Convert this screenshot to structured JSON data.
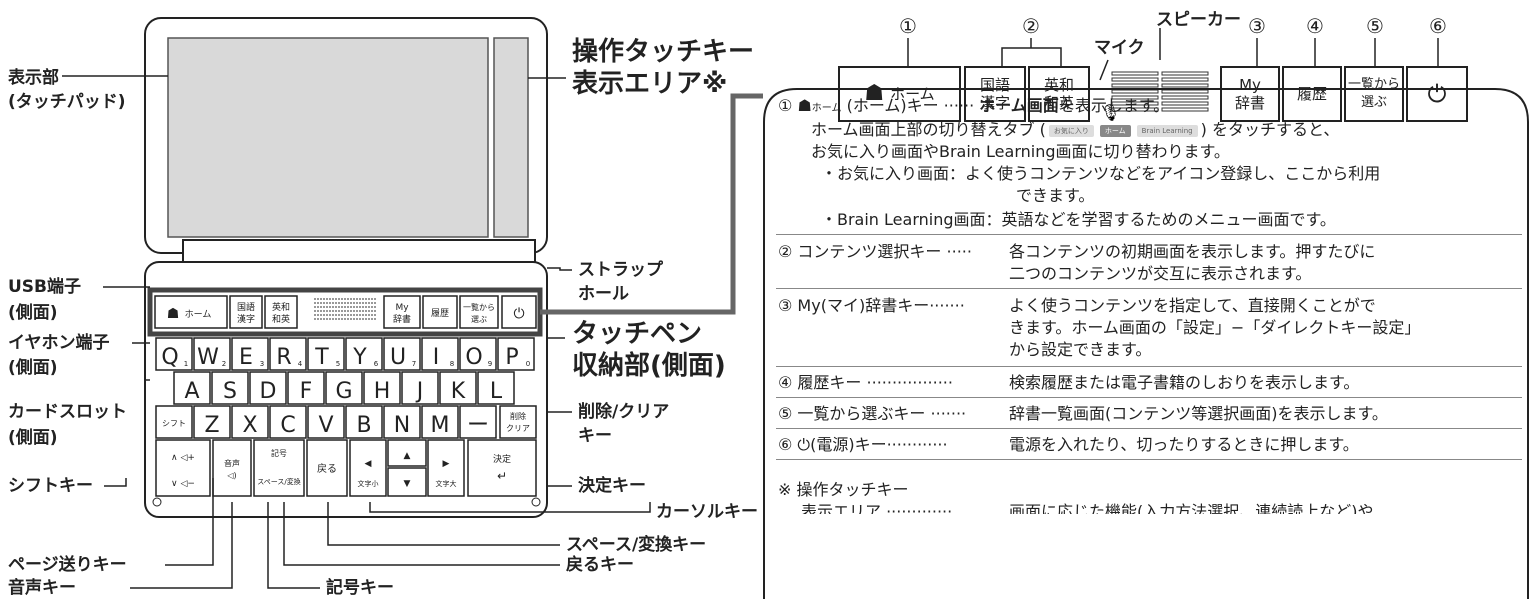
{
  "device_labels": {
    "display": "表示部",
    "display_sub": "(タッチパッド)",
    "touch_area_1": "操作タッチキー",
    "touch_area_2": "表示エリア※",
    "usb": "USB端子",
    "usb_sub": "(側面)",
    "strap_1": "ストラップ",
    "strap_2": "ホール",
    "earphone": "イヤホン端子",
    "earphone_sub": "(側面)",
    "pen_1": "タッチペン",
    "pen_2": "収納部(側面)",
    "card": "カードスロット",
    "card_sub": "(側面)",
    "shift": "シフトキー",
    "delete_1": "削除/クリア",
    "delete_2": "キー",
    "enter": "決定キー",
    "cursor": "カーソルキー",
    "back": "戻るキー",
    "space": "スペース/変換キー",
    "symbol": "記号キー",
    "page": "ページ送りキー",
    "voice": "音声キー"
  },
  "device_keys": {
    "home": "ホーム",
    "kokugo": [
      "国語",
      "漢字"
    ],
    "eiwa": [
      "英和",
      "和英"
    ],
    "mydict": [
      "My",
      "辞書"
    ],
    "history": "履歴",
    "list": [
      "一覧から",
      "選ぶ"
    ],
    "row1": [
      "Q",
      "W",
      "E",
      "R",
      "T",
      "Y",
      "U",
      "I",
      "O",
      "P"
    ],
    "row1_sub": [
      "1",
      "2",
      "3",
      "4",
      "5",
      "6",
      "7",
      "8",
      "9",
      "0"
    ],
    "row2": [
      "A",
      "S",
      "D",
      "F",
      "G",
      "H",
      "J",
      "K",
      "L"
    ],
    "row3": [
      "Z",
      "X",
      "C",
      "V",
      "B",
      "N",
      "M",
      "ー"
    ],
    "shift": "シフト",
    "delete": "削除",
    "clear": "クリア",
    "voice": "音声",
    "symbol": "記号",
    "space": "スペース/変換",
    "back": "戻る",
    "moji_small": "文字小",
    "moji_large": "文字大",
    "enter": "決定"
  },
  "top_keys": {
    "numbers": [
      "①",
      "②",
      "③",
      "④",
      "⑤",
      "⑥"
    ],
    "home": "ホーム",
    "kokugo": [
      "国語",
      "漢字"
    ],
    "eiwa": [
      "英和",
      "和英"
    ],
    "mic": "マイク",
    "speaker": "スピーカー",
    "mydict": [
      "My",
      "辞書"
    ],
    "history": "履歴",
    "list": [
      "一覧から",
      "選ぶ"
    ]
  },
  "descriptions": {
    "d1_head": "① ",
    "d1_home_small": "ホーム",
    "d1_key": "(ホーム)キー ······",
    "d1_bold": "ホーム画面",
    "d1_text": "を表示します。",
    "d1_l2a": "ホーム画面上部の切り替えタブ (",
    "d1_tab1": "お気に入り",
    "d1_tab2": "ホーム",
    "d1_tab3": "Brain Learning",
    "d1_l2b": ") をタッチすると、",
    "d1_l3": "お気に入り画面やBrain Learning画面に切り替わります。",
    "d1_l4": "・お気に入り画面：よく使うコンテンツなどをアイコン登録し、ここから利用",
    "d1_l5": "できます。",
    "d1_l6": "・Brain Learning画面：英語などを学習するためのメニュー画面です。",
    "d2_key": "② コンテンツ選択キー ·····",
    "d2_l1": "各コンテンツの初期画面を表示します。押すたびに",
    "d2_l2": "二つのコンテンツが交互に表示されます。",
    "d3_key": "③ My(マイ)辞書キー·······",
    "d3_l1": "よく使うコンテンツを指定して、直接開くことがで",
    "d3_l2": "きます。ホーム画面の「設定」−「ダイレクトキー設定」",
    "d3_l3": "から設定できます。",
    "d4_key": "④ 履歴キー ·················",
    "d4_text": "検索履歴または電子書籍のしおりを表示します。",
    "d5_key": "⑤ 一覧から選ぶキー ·······",
    "d5_text": "辞書一覧画面(コンテンツ等選択画面)を表示します。",
    "d6_key": "⑥ ⏻(電源)キー············",
    "d6_text": "電源を入れたり、切ったりするときに押します。",
    "note_head": "※ 操作タッチキー",
    "note_key": "表示エリア ·············",
    "note_text": "画面に応じた機能(入力方法選択、連続読上など)や"
  }
}
